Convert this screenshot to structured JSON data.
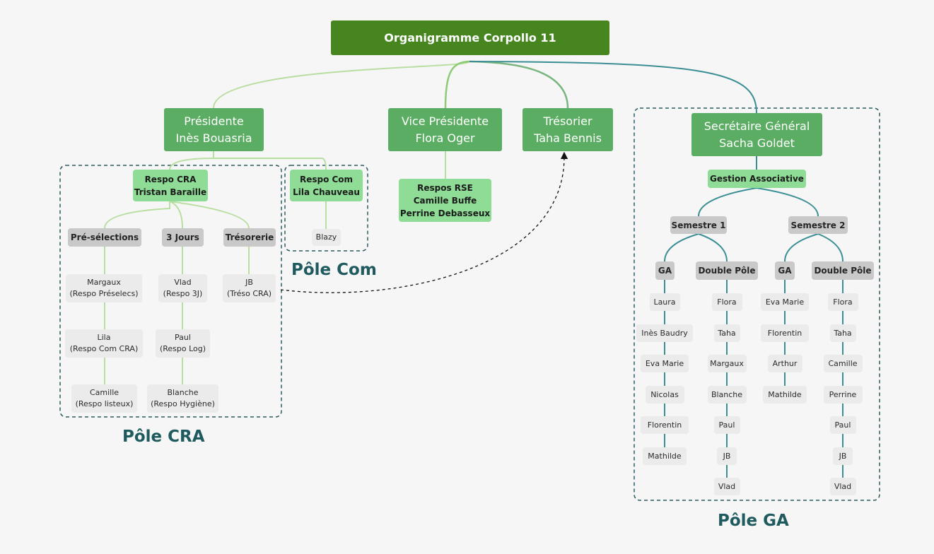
{
  "title": "Organigramme Corpollo 11",
  "bureau": {
    "president": "Présidente\nInès Bouasria",
    "vice_president": "Vice Présidente\nFlora Oger",
    "tresorier": "Trésorier\nTaha Bennis",
    "secretaire": "Secrétaire Général\nSacha Goldet",
    "rse": "Respos RSE\nCamille Buffe\nPerrine Debasseux"
  },
  "pole_cra": {
    "label": "Pôle CRA",
    "respo": "Respo CRA\nTristan Baraille",
    "preselections": "Pré-sélections",
    "trois_jours": "3 Jours",
    "tresorerie": "Trésorerie",
    "margaux": "Margaux\n(Respo Préselecs)",
    "lila": "Lila\n(Respo Com CRA)",
    "camille": "Camille\n(Respo listeux)",
    "vlad": "Vlad\n(Respo 3J)",
    "paul": "Paul\n(Respo Log)",
    "blanche": "Blanche\n(Respo Hygiène)",
    "jb": "JB\n(Tréso CRA)"
  },
  "pole_com": {
    "label": "Pôle Com",
    "respo": "Respo Com\nLila Chauveau",
    "member": "Blazy"
  },
  "pole_ga": {
    "label": "Pôle GA",
    "gestion": "Gestion Associative",
    "semestre_1": "Semestre 1",
    "semestre_2": "Semestre 2",
    "ga": "GA",
    "double_pole": "Double Pôle",
    "s1_ga": [
      "Laura",
      "Inès Baudry",
      "Eva Marie",
      "Nicolas",
      "Florentin",
      "Mathilde"
    ],
    "s1_dp": [
      "Flora",
      "Taha",
      "Margaux",
      "Blanche",
      "Paul",
      "JB",
      "Vlad"
    ],
    "s2_ga": [
      "Eva Marie",
      "Florentin",
      "Arthur",
      "Mathilde"
    ],
    "s2_dp": [
      "Flora",
      "Taha",
      "Camille",
      "Perrine",
      "Paul",
      "JB",
      "Vlad"
    ]
  },
  "colors": {
    "background": "#f6f6f6",
    "root": "#47861f",
    "level1": "#5aad62",
    "level2": "#8fdc96",
    "gray_node": "#c9c9c9",
    "leaf": "#ebebeb",
    "link_green": "#b9dea1",
    "link_teal": "#3b8f94",
    "pole_border": "#2a5b5e"
  }
}
